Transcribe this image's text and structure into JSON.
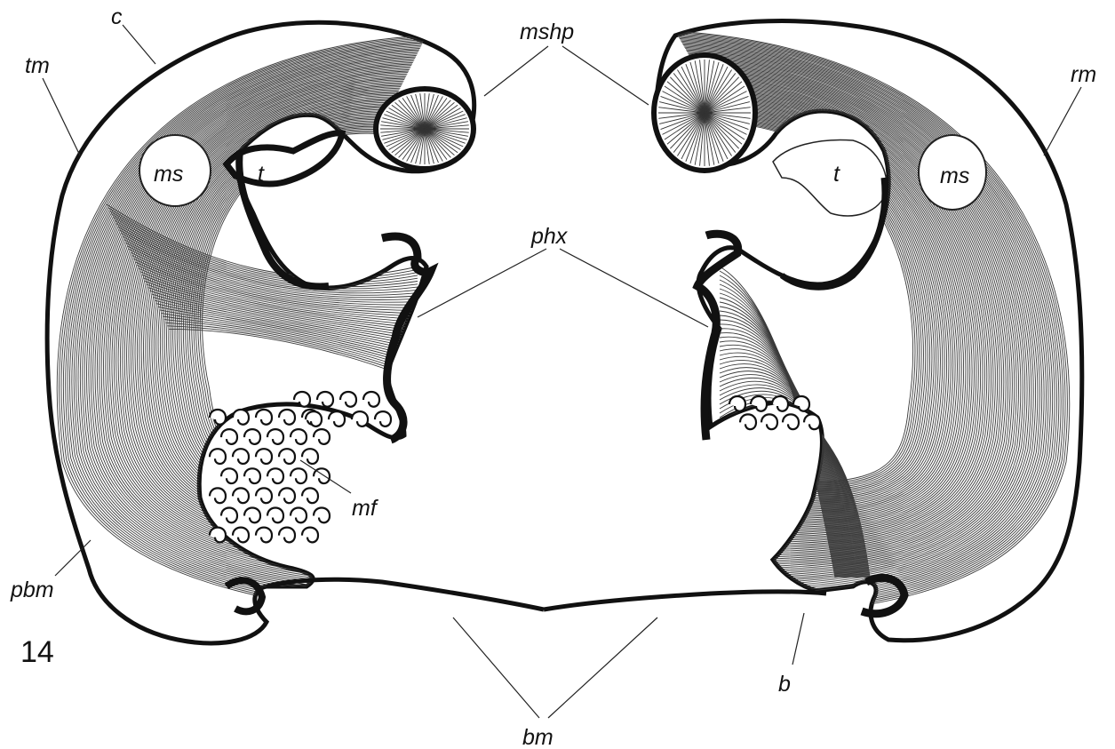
{
  "figure": {
    "number": "14",
    "labels": {
      "c": "c",
      "tm": "tm",
      "mshp": "mshp",
      "rm": "rm",
      "ms_left": "ms",
      "ms_right": "ms",
      "t_left": "t",
      "t_right": "t",
      "phx": "phx",
      "mf": "mf",
      "pbm": "pbm",
      "b": "b",
      "bm": "bm"
    },
    "colors": {
      "ink": "#111111",
      "paper": "#ffffff",
      "fibre": "#3a3a3a"
    }
  }
}
